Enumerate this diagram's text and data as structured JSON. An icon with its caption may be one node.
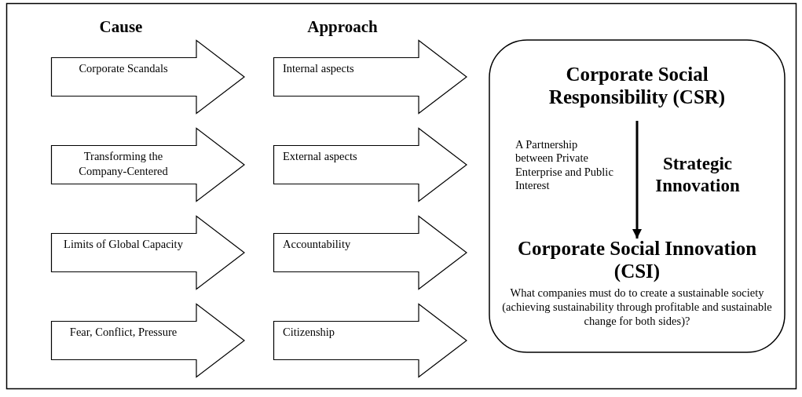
{
  "diagram": {
    "nodes": [
      {
        "text": [
          "Corporate Scandals"
        ]
      },
      {
        "text": [
          "Transforming the Company-Centered"
        ]
      },
      {
        "text": [
          "Limits of Global Capacity"
        ]
      },
      {
        "text": [
          "Fear, Conflict, Pressure"
        ]
      },
      {
        "text": [
          "Internal aspects"
        ]
      },
      {
        "text": [
          "External aspects"
        ]
      },
      {
        "text": [
          "Accountability"
        ]
      },
      {
        "text": [
          "Citizenship"
        ]
      },
      {
        "text": [],
        "shape": "box"
      },
      {
        "text": [
          "Corporate Social Responsibility (CSR)"
        ],
        "in": 8
      },
      {
        "text": [
          "Corporate Social Innovation (CSI)",
          "What companies must do to create a sustainable society (achieving sustainability through profitable and  sustainable change for both sides)?"
        ],
        "in": 8
      }
    ],
    "edges": [
      {
        "from": 9,
        "to": 10,
        "arrow": "to",
        "label": "Strategic Innovation"
      }
    ],
    "labels": [
      "Cause",
      "Approach",
      "A Partnership between Private Enterprise and Public Interest"
    ]
  }
}
